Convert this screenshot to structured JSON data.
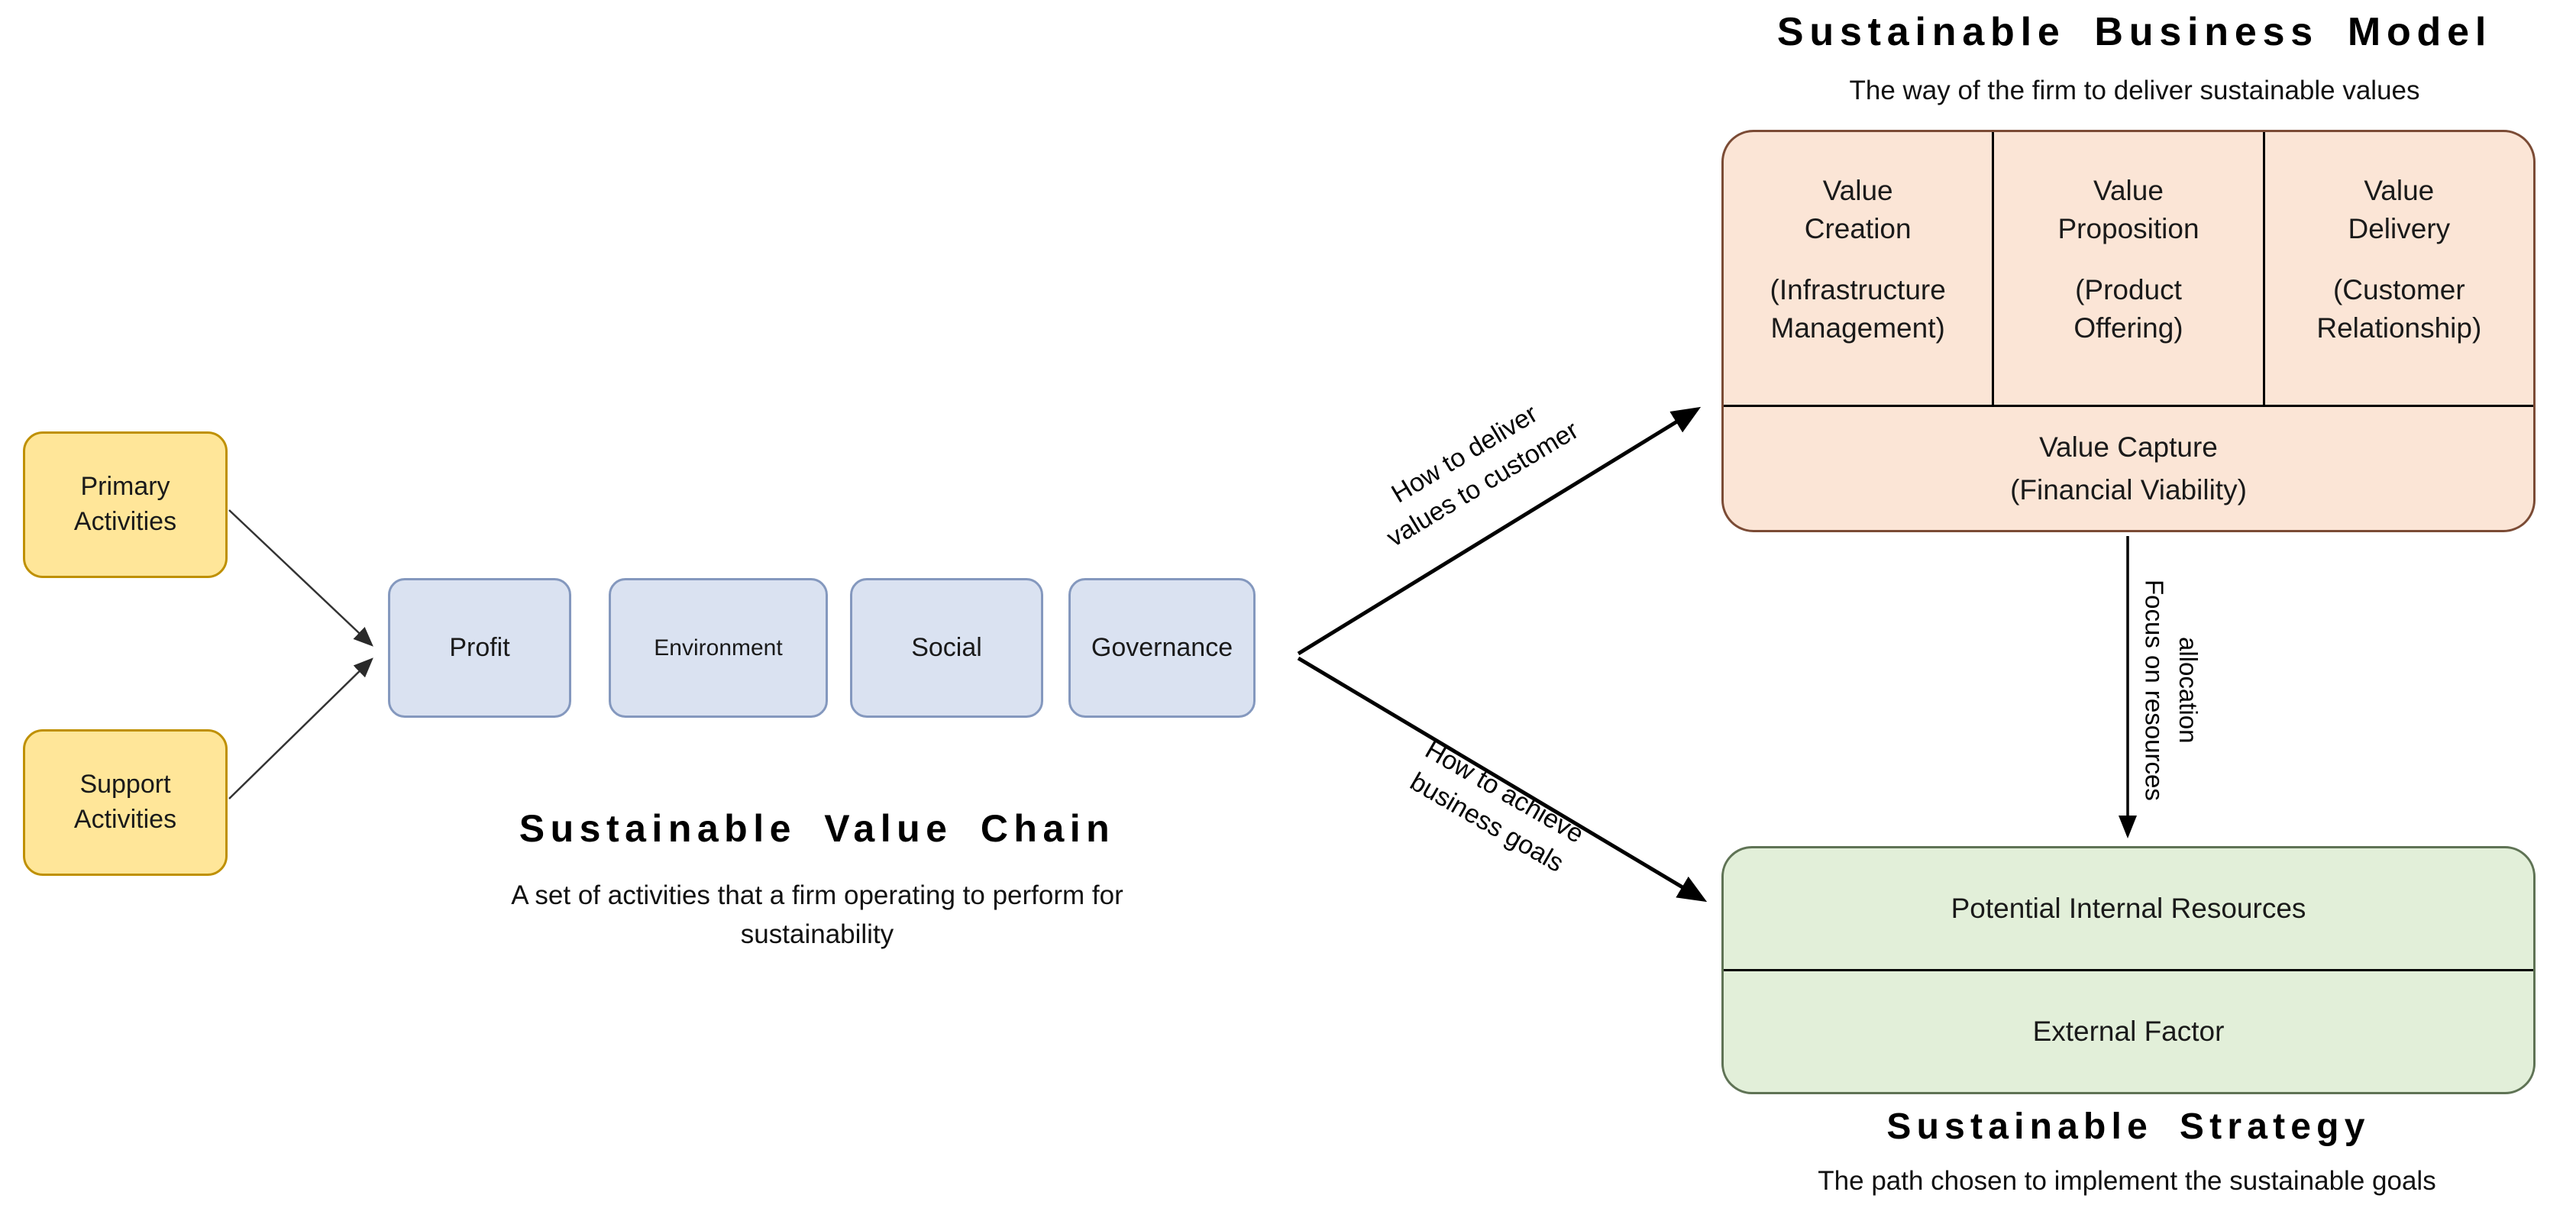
{
  "value_chain": {
    "title": "Sustainable Value Chain",
    "subtitle": "A set of activities that a firm operating to perform for\nsustainability",
    "activities": [
      {
        "label": "Primary\nActivities"
      },
      {
        "label": "Support\nActivities"
      }
    ],
    "pillars": [
      {
        "label": "Profit"
      },
      {
        "label": "Environment"
      },
      {
        "label": "Social"
      },
      {
        "label": "Governance"
      }
    ]
  },
  "business_model": {
    "title": "Sustainable Business Model",
    "subtitle": "The way of the firm to deliver sustainable values",
    "cells": [
      {
        "name": "Value\nCreation",
        "sub": "(Infrastructure\nManagement)"
      },
      {
        "name": "Value\nProposition",
        "sub": "(Product\nOffering)"
      },
      {
        "name": "Value\nDelivery",
        "sub": "(Customer\nRelationship)"
      }
    ],
    "capture": "Value Capture\n(Financial Viability)"
  },
  "strategy": {
    "title": "Sustainable Strategy",
    "subtitle": "The path chosen to implement the sustainable goals",
    "rows": [
      {
        "label": "Potential Internal Resources"
      },
      {
        "label": "External Factor"
      }
    ]
  },
  "arrow_labels": {
    "deliver": "How to deliver\nvalues to customer",
    "achieve": "How to achieve\nbusiness goals",
    "focus": "Focus on resources\nallocation"
  },
  "colors": {
    "activity_fill": "#FFE699",
    "activity_border": "#BF9000",
    "pillar_fill": "#DAE2F1",
    "pillar_border": "#8498BE",
    "model_fill": "#FBE5D6",
    "strategy_fill": "#E2EFD9",
    "line": "#000000"
  }
}
